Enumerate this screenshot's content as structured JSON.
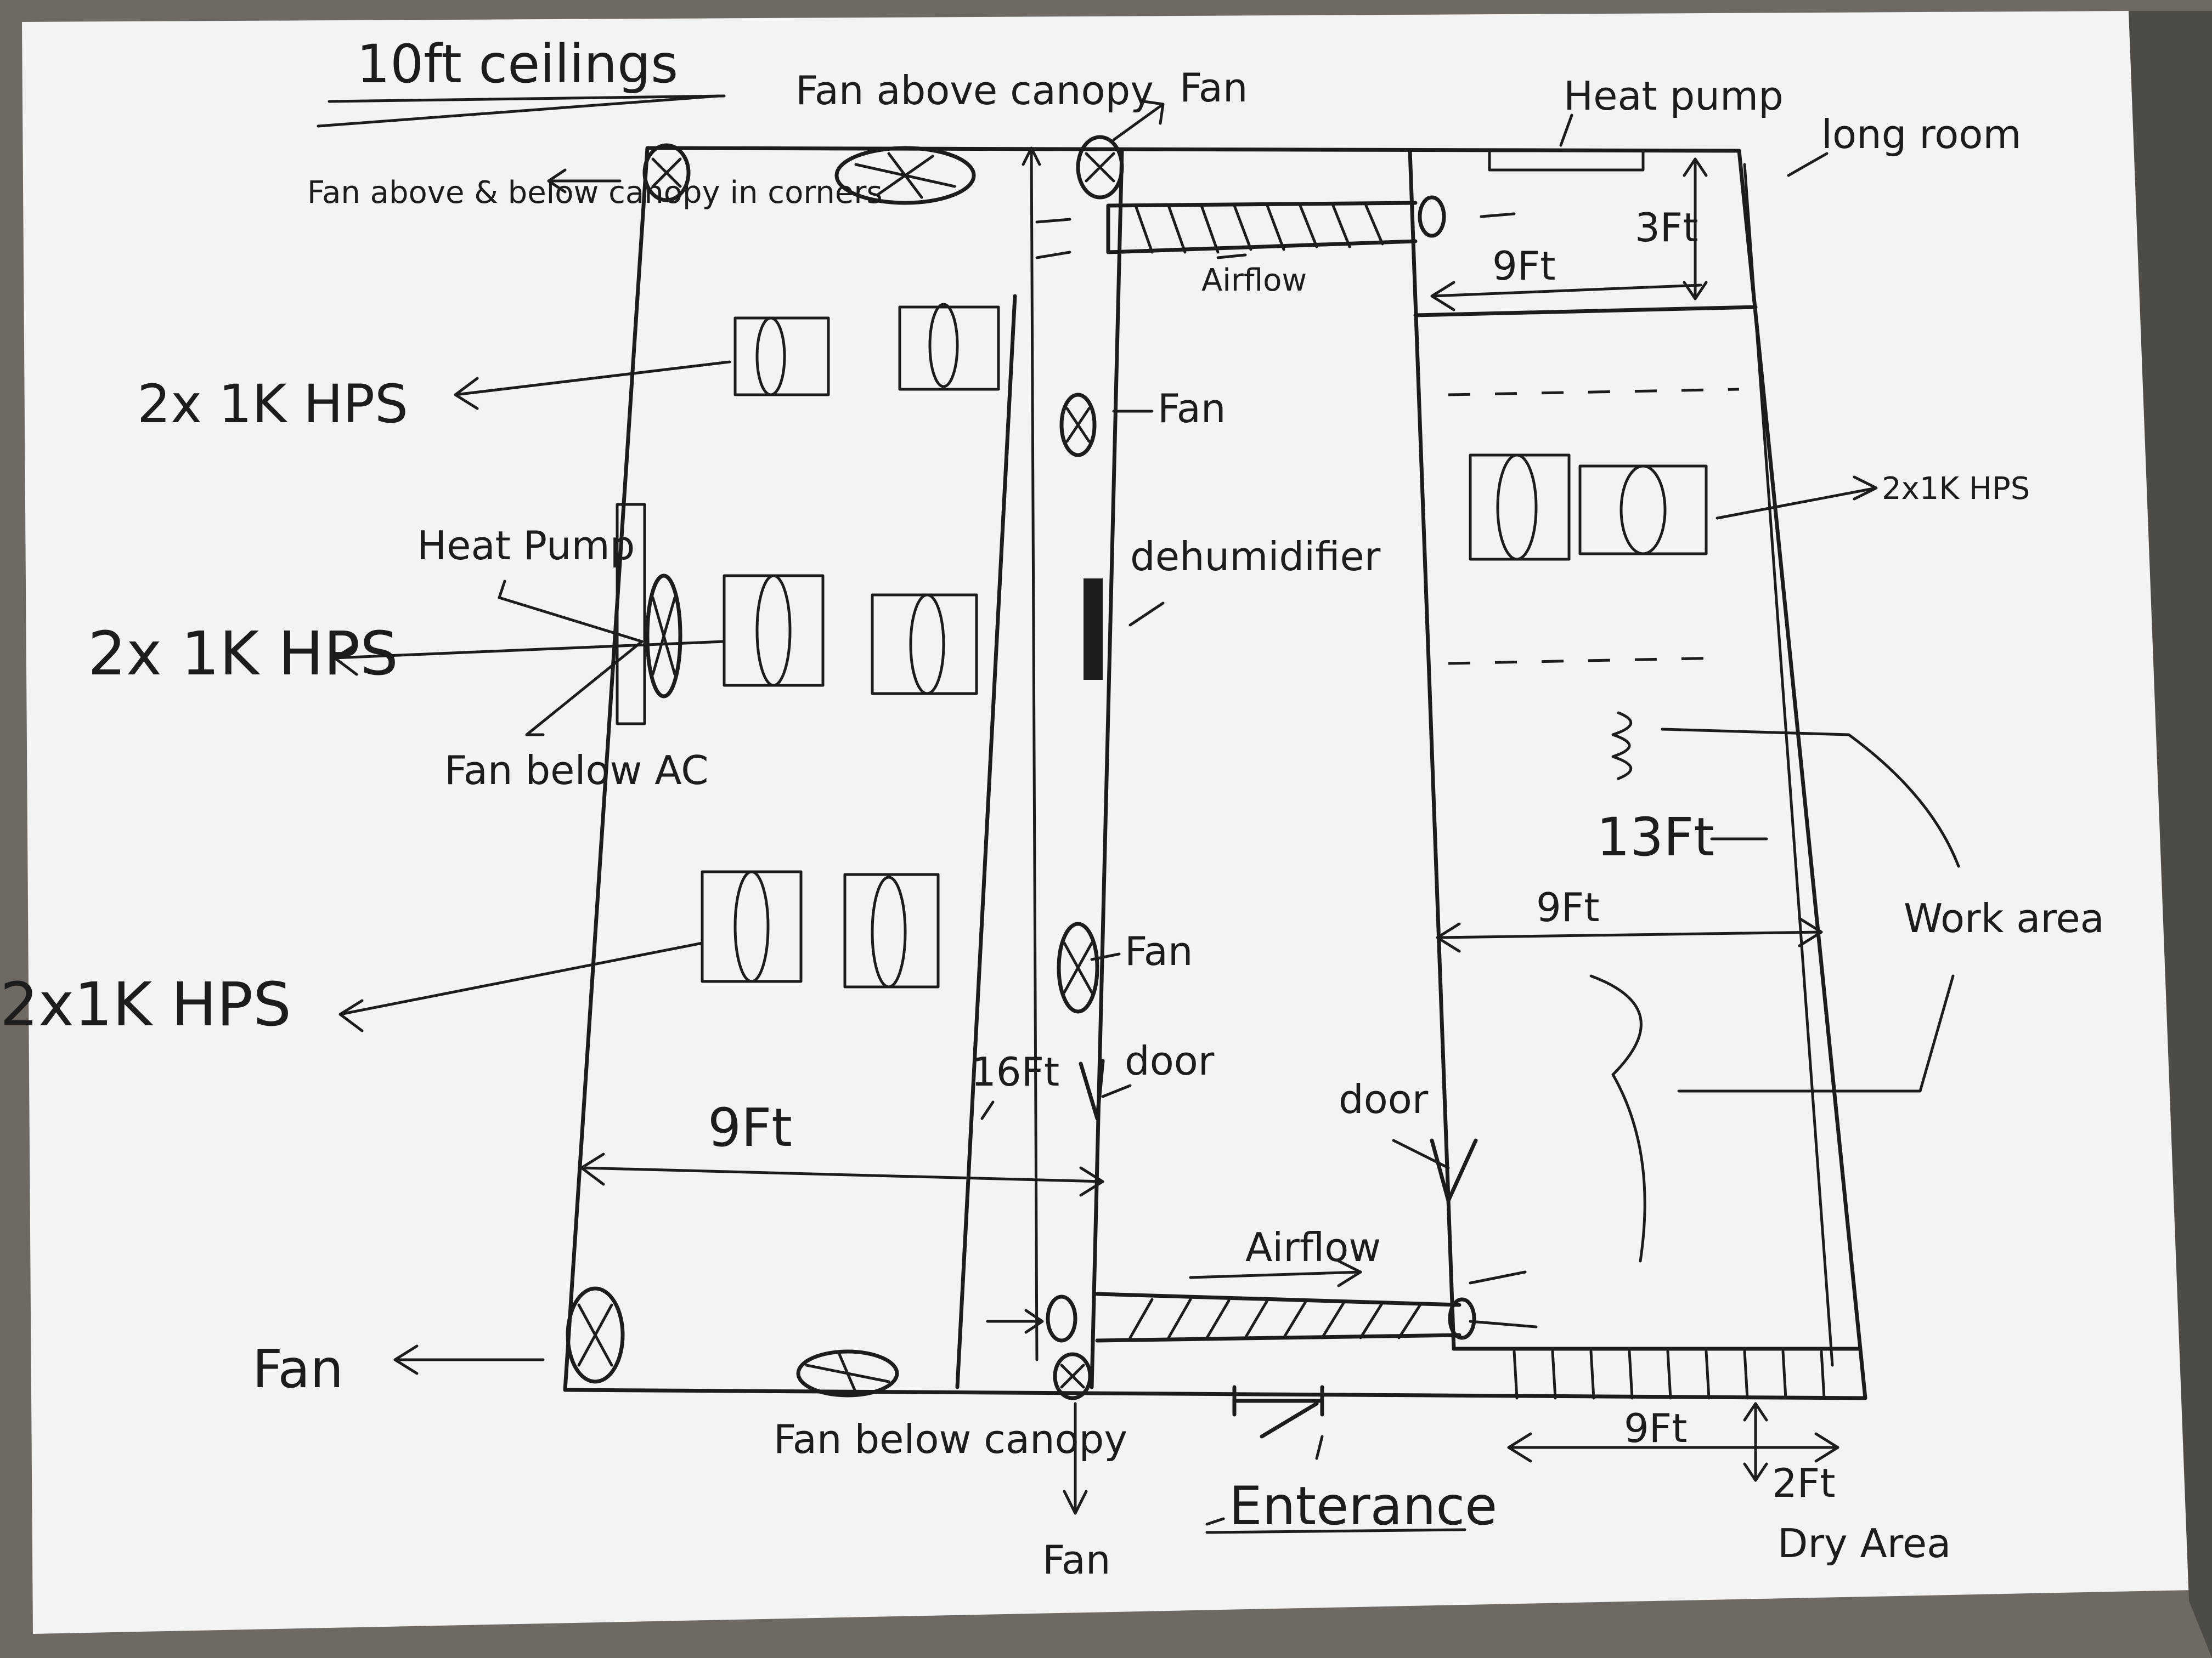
{
  "title": "10ft ceilings",
  "labels": {
    "fan_above_canopy": "Fan above canopy",
    "fan_top_right": "Fan",
    "heat_pump_top": "Heat pump",
    "long_room": "long room",
    "fan_corners": "Fan above & below canopy in corners",
    "hps_row1": "2x 1K HPS",
    "heat_pump_left": "Heat Pump",
    "hps_row2": "2x 1K HPS",
    "fan_below_ac": "Fan below AC",
    "hps_row3": "2x1K HPS",
    "fan_mid1": "Fan",
    "dehumidifier": "dehumidifier",
    "fan_mid2": "Fan",
    "ft_16": "16Ft",
    "door_left": "door",
    "door_right": "door",
    "ft_9_left": "9Ft",
    "airflow_top": "Airflow",
    "airflow_bottom": "Airflow",
    "ft_3": "3Ft",
    "ft_9_top_right": "9Ft",
    "hps_right": "2x1K HPS",
    "ft_13": "13Ft",
    "ft_9_mid_right": "9Ft",
    "work_area": "Work area",
    "fan_bottom_left": "Fan",
    "fan_below_canopy": "Fan below canopy",
    "fan_bottom_mid": "Fan",
    "entrance": "Enterance",
    "ft_9_bottom": "9Ft",
    "ft_2": "2Ft",
    "dry_area": "Dry Area"
  },
  "colors": {
    "ink": "#1c1c1c",
    "paper": "#f3f3f1",
    "background": "#6e6a63"
  }
}
